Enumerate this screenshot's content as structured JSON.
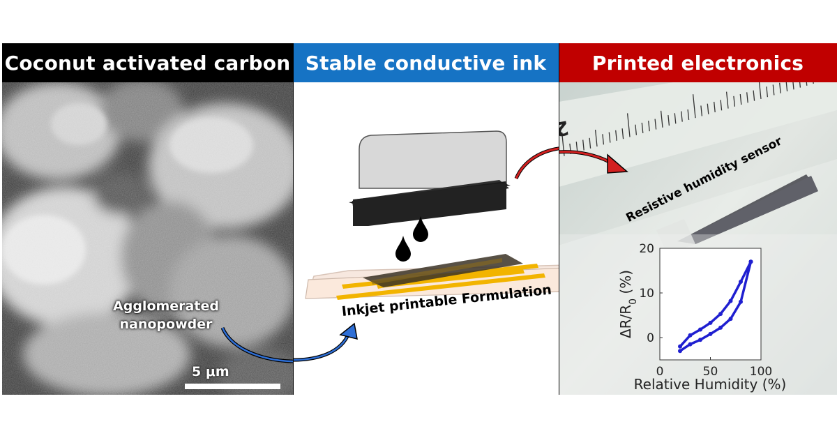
{
  "panels": {
    "left": {
      "header": "Coconut activated carbon",
      "header_color": "#000000",
      "label": "Agglomerated nanopowder",
      "label_lines": [
        "Agglomerated",
        "nanopowder"
      ],
      "scale_bar": "5 μm"
    },
    "middle": {
      "header": "Stable conductive ink",
      "header_color": "#1673c4",
      "label": "Inkjet printable Formulation"
    },
    "right": {
      "header": "Printed electronics",
      "header_color": "#c00000",
      "sensor_label": "Resistive humidity sensor",
      "ruler_number": "2"
    }
  },
  "chart_data": {
    "type": "line",
    "xlabel": "Relative Humidity (%)",
    "ylabel": "ΔR/R₀ (%)",
    "ylabel_parts": {
      "main": "ΔR/R",
      "sub": "0",
      "unit": " (%)"
    },
    "xlim": [
      0,
      100
    ],
    "ylim": [
      -5,
      20
    ],
    "xticks": [
      0,
      50,
      100
    ],
    "yticks": [
      0,
      10,
      20
    ],
    "line_color": "#1f1fd0",
    "series": [
      {
        "points": [
          [
            20,
            -3
          ],
          [
            30,
            -1.5
          ],
          [
            40,
            -0.5
          ],
          [
            50,
            0.8
          ],
          [
            60,
            2.2
          ],
          [
            70,
            4.2
          ],
          [
            80,
            8
          ],
          [
            90,
            17
          ]
        ]
      },
      {
        "points": [
          [
            20,
            -2
          ],
          [
            30,
            0.5
          ],
          [
            40,
            1.8
          ],
          [
            50,
            3.3
          ],
          [
            60,
            5.3
          ],
          [
            70,
            8.2
          ],
          [
            80,
            12.5
          ],
          [
            90,
            17
          ]
        ]
      }
    ]
  }
}
